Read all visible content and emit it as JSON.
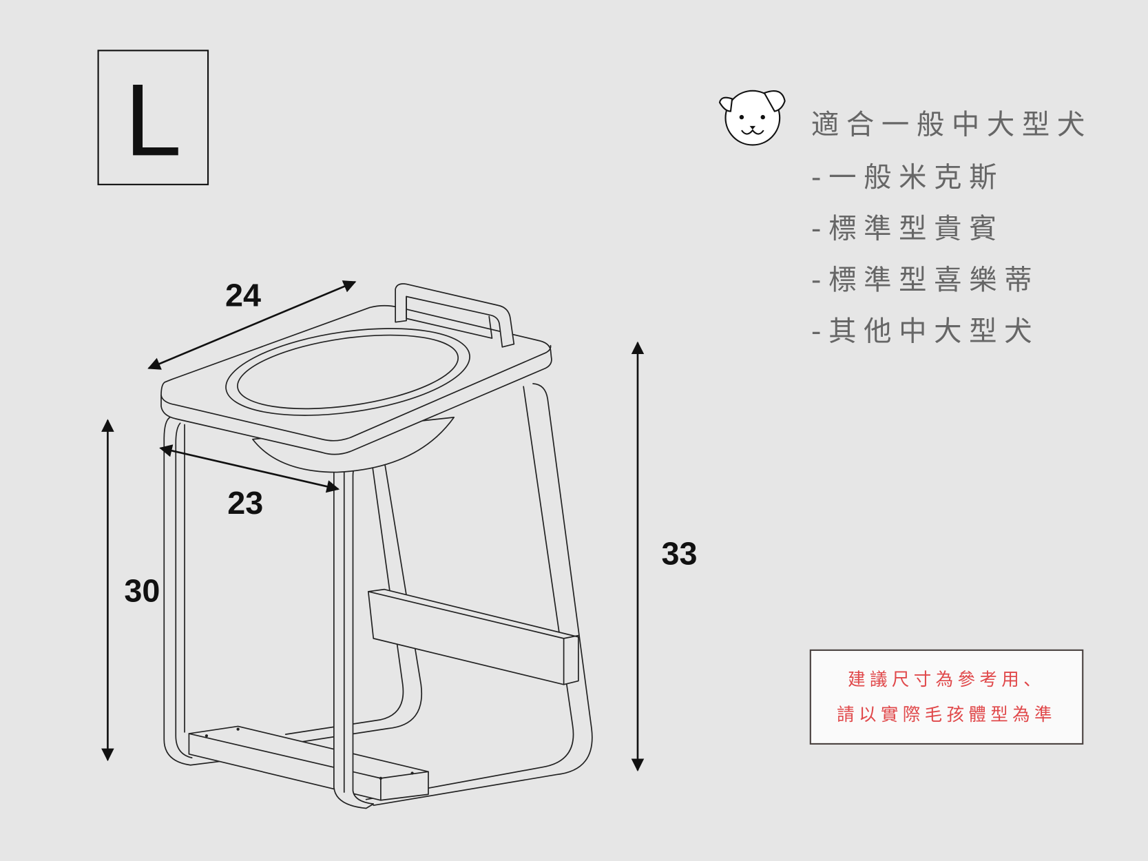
{
  "size_label": "L",
  "dimensions": {
    "width_top": "24",
    "depth": "23",
    "height_frame": "30",
    "height_total": "33"
  },
  "suitability": {
    "icon": "dog-face-icon",
    "title": "適合一般中大型犬",
    "items": [
      "-一般米克斯",
      "-標準型貴賓",
      "-標準型喜樂蒂",
      "-其他中大型犬"
    ]
  },
  "notice": {
    "line1": "建議尺寸為參考用、",
    "line2": "請以實際毛孩體型為準",
    "text_color": "#e0484a"
  }
}
